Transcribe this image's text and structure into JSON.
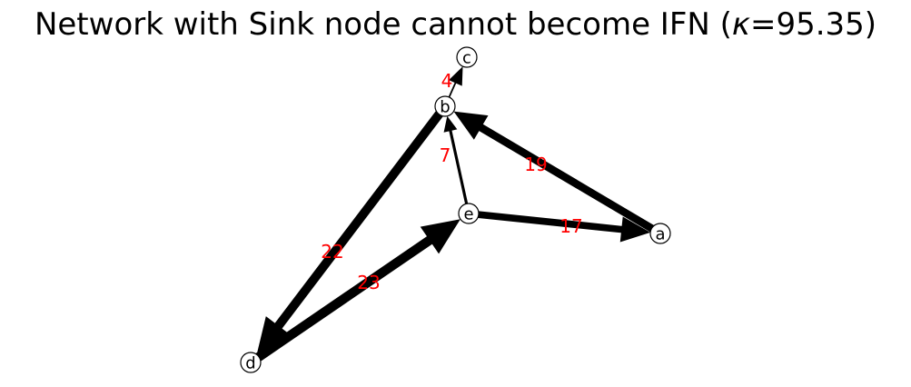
{
  "figure": {
    "title_prefix": "Network with Sink node cannot become IFN (",
    "title_kappa": "κ",
    "title_suffix": "=95.35)"
  },
  "colors": {
    "edge": "#000000",
    "edge_label": "#ff0000",
    "node_fill": "#ffffff",
    "node_stroke": "#000000",
    "node_text": "#000000"
  },
  "nodes": [
    {
      "id": "a",
      "label": "a"
    },
    {
      "id": "b",
      "label": "b"
    },
    {
      "id": "c",
      "label": "c"
    },
    {
      "id": "d",
      "label": "d"
    },
    {
      "id": "e",
      "label": "e"
    }
  ],
  "edges": [
    {
      "source": "b",
      "target": "c",
      "weight": 4,
      "label": "4"
    },
    {
      "source": "e",
      "target": "b",
      "weight": 7,
      "label": "7"
    },
    {
      "source": "a",
      "target": "b",
      "weight": 19,
      "label": "19"
    },
    {
      "source": "e",
      "target": "a",
      "weight": 17,
      "label": "17"
    },
    {
      "source": "b",
      "target": "d",
      "weight": 22,
      "label": "22"
    },
    {
      "source": "d",
      "target": "e",
      "weight": 23,
      "label": "23"
    }
  ]
}
